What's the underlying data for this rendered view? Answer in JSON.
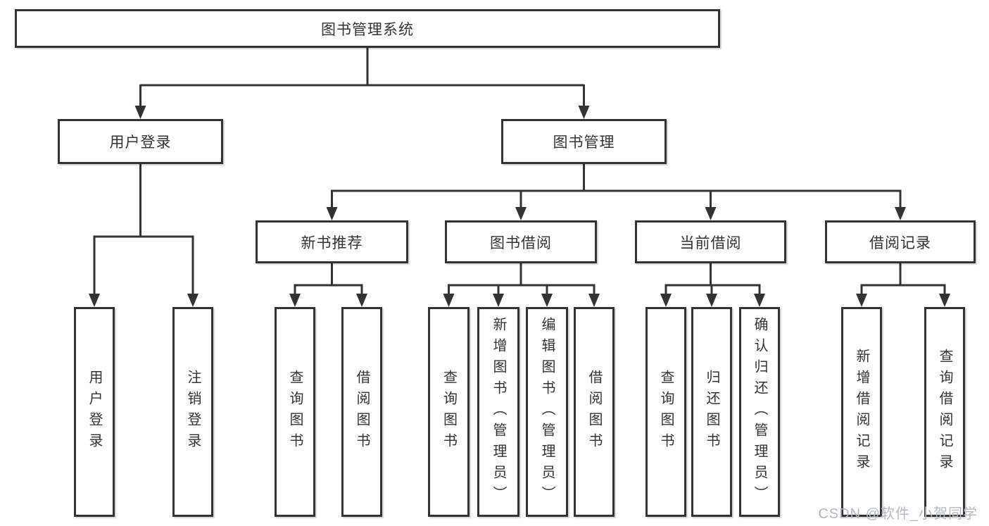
{
  "diagram": {
    "line_color": "#333333",
    "box_border_color": "#333333",
    "background_color": "#ffffff",
    "tree": {
      "root": {
        "label": "图书管理系统"
      },
      "user_login": {
        "label": "用户登录",
        "leaves": [
          "用户登录",
          "注销登录"
        ]
      },
      "book_management": {
        "label": "图书管理",
        "children": [
          {
            "label": "新书推荐",
            "leaves": [
              "查询图书",
              "借阅图书"
            ]
          },
          {
            "label": "图书借阅",
            "leaves": [
              "查询图书",
              "新增图书（管理员）",
              "编辑图书（管理员）",
              "借阅图书"
            ]
          },
          {
            "label": "当前借阅",
            "leaves": [
              "查询图书",
              "归还图书",
              "确认归还（管理员）"
            ]
          },
          {
            "label": "借阅记录",
            "leaves": [
              "新增借阅记录",
              "查询借阅记录"
            ]
          }
        ]
      }
    },
    "watermark": {
      "text": "CSDN @软件_小贺同学",
      "color": "#b4b9bf"
    }
  }
}
